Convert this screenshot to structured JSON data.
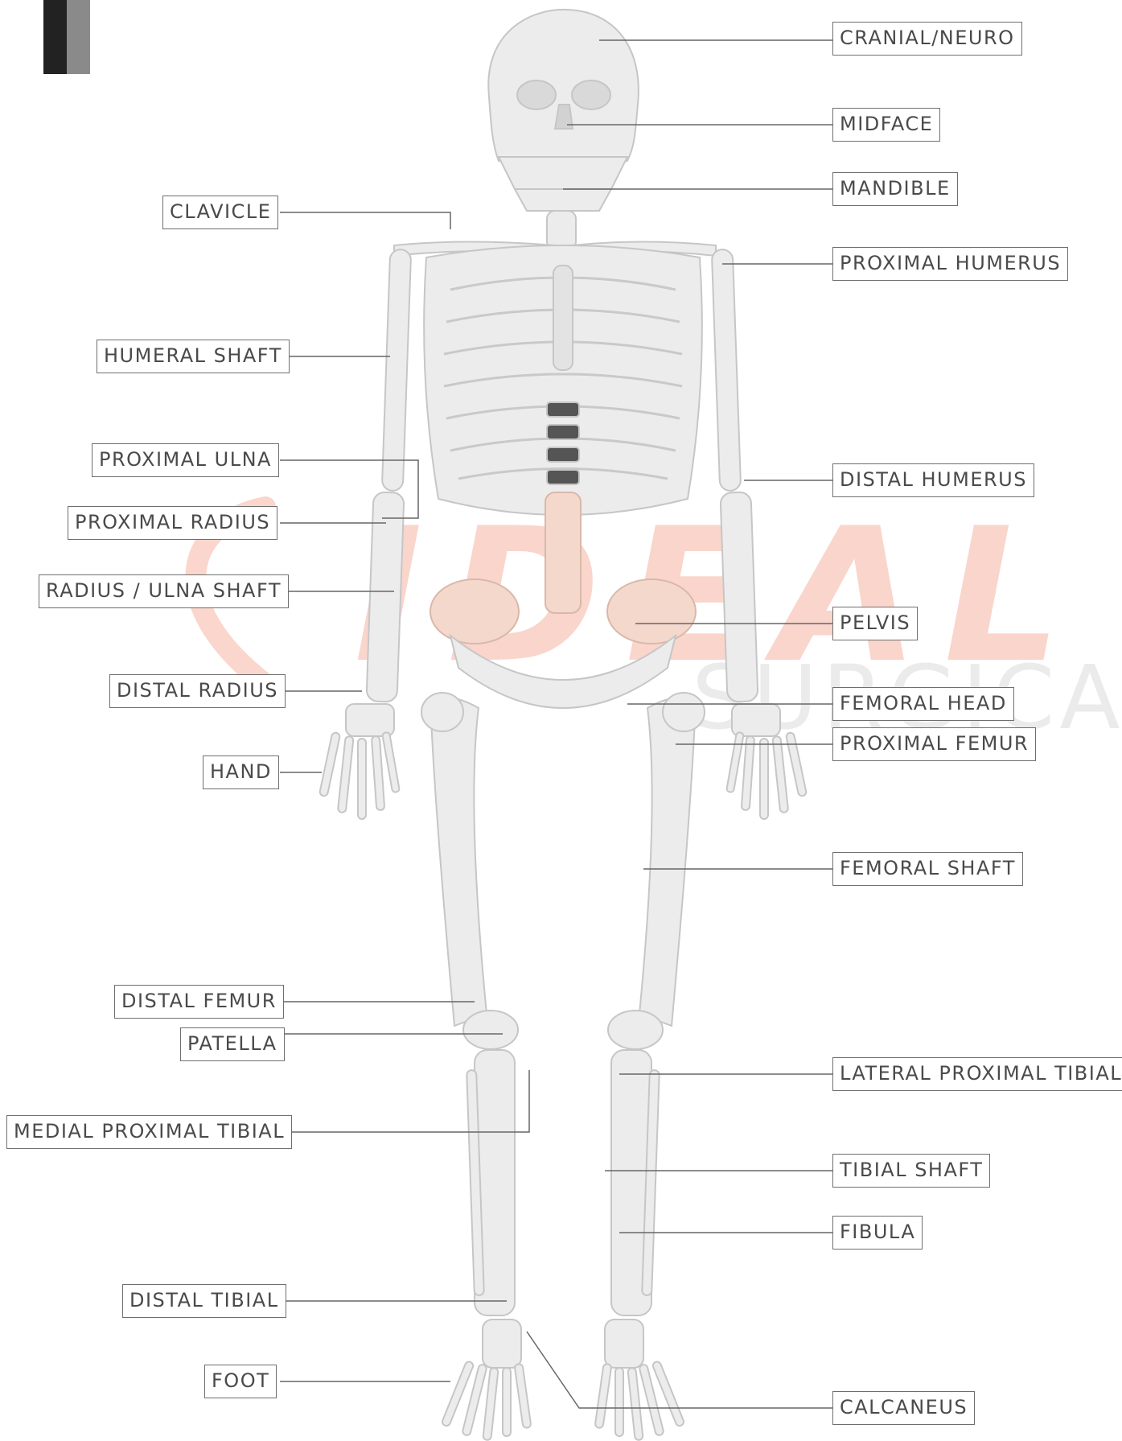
{
  "title": "",
  "watermark": {
    "brand": "IDEAL",
    "sub": "SURGICAL",
    "color_brand": "#f08a6e",
    "color_sub": "#c8c8c8"
  },
  "labels": {
    "cranial": "CRANIAL/NEURO",
    "midface": "MIDFACE",
    "mandible": "MANDIBLE",
    "clavicle": "CLAVICLE",
    "proximal_humerus": "PROXIMAL  HUMERUS",
    "humeral_shaft": "HUMERAL  SHAFT",
    "proximal_ulna": "PROXIMAL  ULNA",
    "proximal_radius": "PROXIMAL  RADIUS",
    "distal_humerus": "DISTAL  HUMERUS",
    "radius_ulna_shaft": "RADIUS  /  ULNA  SHAFT",
    "pelvis": "PELVIS",
    "distal_radius": "DISTAL  RADIUS",
    "femoral_head": "FEMORAL  HEAD",
    "proximal_femur": "PROXIMAL  FEMUR",
    "hand": "HAND",
    "femoral_shaft": "FEMORAL  SHAFT",
    "distal_femur": "DISTAL  FEMUR",
    "patella": "PATELLA",
    "lateral_proximal_tibial": "LATERAL  PROXIMAL  TIBIAL",
    "medial_proximal_tibial": "MEDIAL  PROXIMAL  TIBIAL",
    "tibial_shaft": "TIBIAL  SHAFT",
    "fibula": "FIBULA",
    "distal_tibial": "DISTAL  TIBIAL",
    "foot": "FOOT",
    "calcaneus": "CALCANEUS"
  },
  "colors": {
    "bone": "#ececec",
    "bone_edge": "#c6c6c6",
    "leader": "#666666",
    "box_border": "#6f6f6f",
    "text": "#4a4a4a",
    "tab_dark": "#222222",
    "tab_gray": "#8a8a8a"
  }
}
